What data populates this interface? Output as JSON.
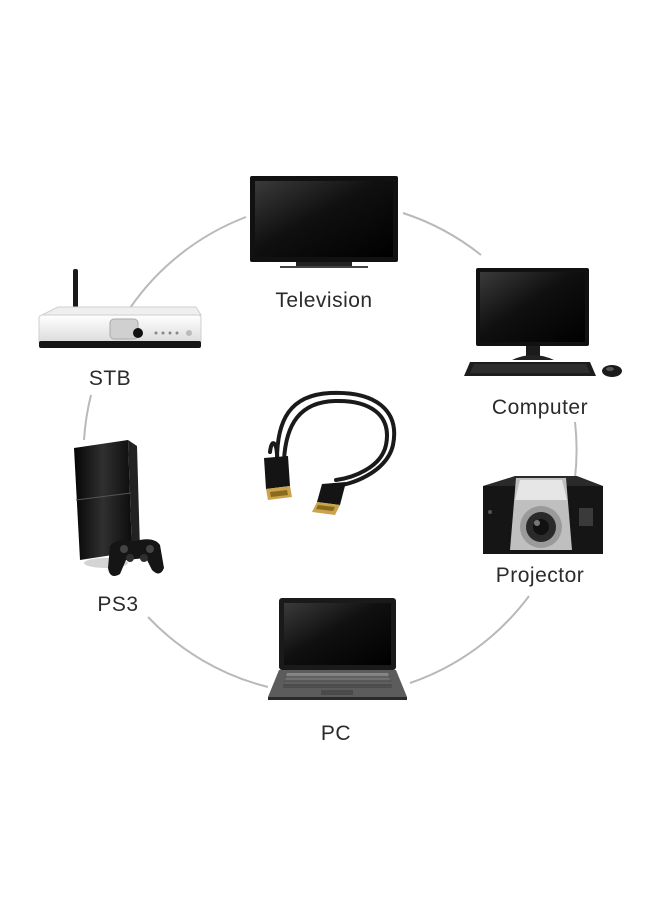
{
  "devices": [
    {
      "id": "television",
      "label": "Television",
      "icon": "television-icon"
    },
    {
      "id": "computer",
      "label": "Computer",
      "icon": "desktop-computer-icon"
    },
    {
      "id": "projector",
      "label": "Projector",
      "icon": "projector-icon"
    },
    {
      "id": "pc",
      "label": "PC",
      "icon": "laptop-icon"
    },
    {
      "id": "ps3",
      "label": "PS3",
      "icon": "game-console-icon"
    },
    {
      "id": "stb",
      "label": "STB",
      "icon": "set-top-box-icon"
    }
  ],
  "center": {
    "icon": "hdmi-cable-icon"
  },
  "colors": {
    "ring": "#b9b9b9",
    "device_dark": "#1a1a1a",
    "label": "#2b2b2b"
  }
}
